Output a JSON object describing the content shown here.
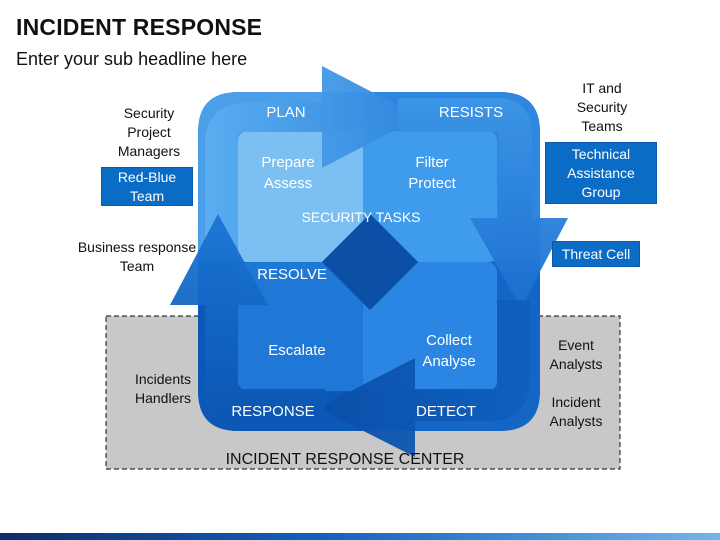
{
  "header": {
    "title": "INCIDENT RESPONSE",
    "subtitle": "Enter your sub headline here"
  },
  "cycle": {
    "stages": {
      "plan": "PLAN",
      "resists": "RESISTS",
      "resolve": "RESOLVE",
      "response": "RESPONSE",
      "detect": "DETECT"
    },
    "quadrants": {
      "top_left": [
        "Prepare",
        "Assess"
      ],
      "top_right": [
        "Filter",
        "Protect"
      ],
      "bottom_left": [
        "Escalate"
      ],
      "bottom_right": [
        "Collect",
        "Analyse"
      ]
    },
    "center_label": "SECURITY TASKS"
  },
  "labels": {
    "security_project_managers": [
      "Security",
      "Project",
      "Managers"
    ],
    "red_blue_team": [
      "Red-Blue",
      "Team"
    ],
    "business_response_team": [
      "Business response",
      "Team"
    ],
    "incidents_handlers": [
      "Incidents",
      "Handlers"
    ],
    "it_security_teams": [
      "IT and",
      "Security",
      "Teams"
    ],
    "technical_assistance_group": [
      "Technical",
      "Assistance",
      "Group"
    ],
    "threat_cell": "Threat Cell",
    "event_analysts": [
      "Event",
      "Analysts"
    ],
    "incident_analysts": [
      "Incident",
      "Analysts"
    ]
  },
  "center": {
    "title": "INCIDENT RESPONSE CENTER"
  },
  "colors": {
    "dark_blue": "#0a4fa8",
    "mid_blue": "#1a6fcf",
    "light_blue": "#4fa3ea",
    "lighter_blue": "#7cc0f3",
    "box_blue": "#0a6cc4",
    "center_gray": "#c8c8c8"
  }
}
